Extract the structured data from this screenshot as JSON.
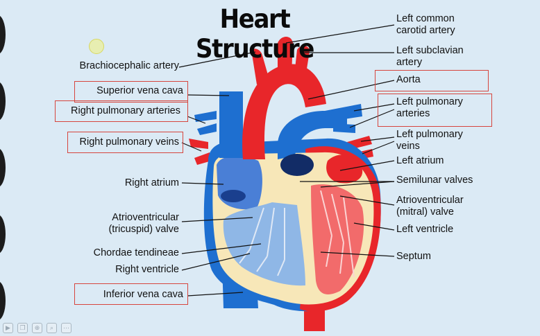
{
  "title": "Heart Structure",
  "labels_left": {
    "brachiocephalic": "Brachiocephalic artery",
    "superior_vena_cava": "Superior vena cava",
    "right_pulmonary_arteries": "Right pulmonary arteries",
    "right_pulmonary_veins": "Right pulmonary veins",
    "right_atrium": "Right atrium",
    "av_tricuspid_1": "Atrioventricular",
    "av_tricuspid_2": "(tricuspid) valve",
    "chordae": "Chordae tendineae",
    "right_ventricle": "Right ventricle",
    "inferior_vena_cava": "Inferior vena cava"
  },
  "labels_right": {
    "left_common_carotid_1": "Left common",
    "left_common_carotid_2": "carotid artery",
    "left_subclavian_1": "Left subclavian",
    "left_subclavian_2": "artery",
    "aorta": "Aorta",
    "left_pulmonary_arteries_1": "Left pulmonary",
    "left_pulmonary_arteries_2": "arteries",
    "left_pulmonary_veins_1": "Left pulmonary",
    "left_pulmonary_veins_2": "veins",
    "left_atrium": "Left atrium",
    "semilunar": "Semilunar valves",
    "av_mitral_1": "Atrioventricular",
    "av_mitral_2": "(mitral) valve",
    "left_ventricle": "Left ventricle",
    "septum": "Septum"
  },
  "colors": {
    "oxygenated": "#e8262a",
    "deoxygenated": "#1e6fd0",
    "wall": "#f7e7b8",
    "highlight_box": "#d6453d"
  },
  "toolbar": {
    "icons": [
      "play-icon",
      "copy-icon",
      "zoom-icon",
      "search-icon",
      "more-icon"
    ],
    "glyphs": [
      "▶",
      "❐",
      "⊕",
      "⌕",
      "⋯"
    ]
  }
}
